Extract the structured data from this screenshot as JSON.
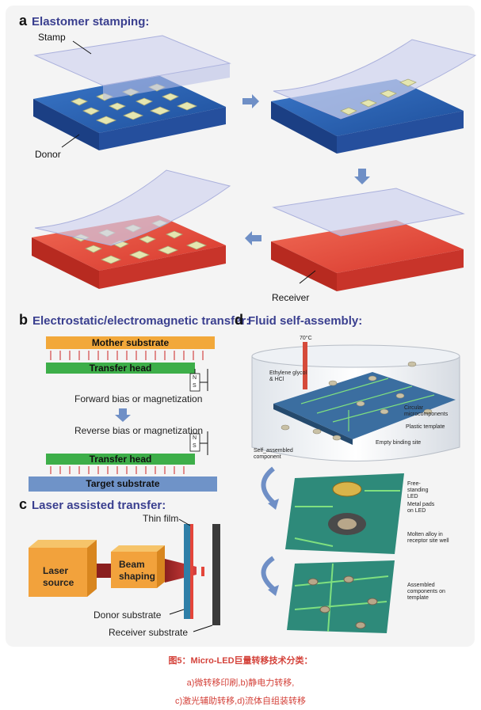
{
  "panel_a": {
    "letter": "a",
    "title": "Elastomer stamping:",
    "stamp": "Stamp",
    "donor": "Donor",
    "receiver": "Receiver"
  },
  "panel_b": {
    "letter": "b",
    "title": "Electrostatic/electromagnetic transfer:",
    "mother_substrate": "Mother substrate",
    "transfer_head_top": "Transfer head",
    "forward": "Forward bias or magnetization",
    "reverse": "Reverse bias or magnetization",
    "transfer_head_bottom": "Transfer head",
    "target_substrate": "Target substrate",
    "n": "N",
    "s": "S"
  },
  "panel_c": {
    "letter": "c",
    "title": "Laser assisted transfer:",
    "thin_film": "Thin film",
    "laser_source": "Laser source",
    "beam_shaping": "Beam shaping",
    "donor_substrate": "Donor substrate",
    "receiver_substrate": "Receiver substrate"
  },
  "panel_d": {
    "letter": "d",
    "title": "Fluid self-assembly:",
    "temp": "70°C",
    "ethylene": "Ethylene glycol & HCl",
    "circular": "Circular microcomponents",
    "plastic": "Plastic template",
    "self_assembled": "Self_assembled component",
    "empty_site": "Empty binding site",
    "free_standing": "Free-standing LED",
    "metal_pads": "Metal pads on LED",
    "molten": "Molten alloy in receptor site well",
    "assembled": "Assembled components on template"
  },
  "caption": {
    "line1": "图5：Micro-LED巨量转移技术分类：",
    "line2": "a)微转移印刷,b)静电力转移,",
    "line3": "c)激光辅助转移,d)流体自组装转移"
  },
  "colors": {
    "title_blue": "#3a3f8f",
    "caption_red": "#d4423a",
    "donor_blue": "#2f5fb0",
    "receiver_red": "#e4453a",
    "mother_orange": "#f2a83a",
    "head_green": "#3dae49",
    "target_blue": "#6f93c8",
    "laser_orange": "#f2a23c"
  }
}
